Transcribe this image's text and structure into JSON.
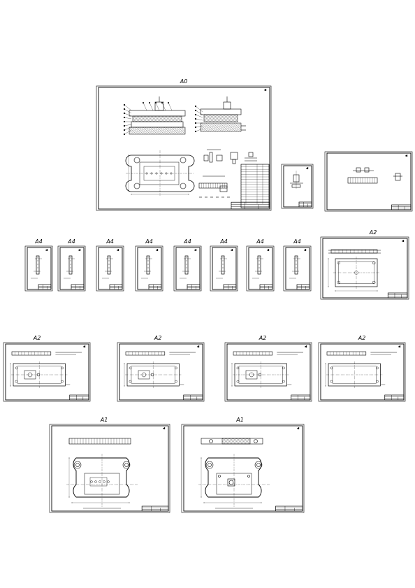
{
  "canvas": {
    "background": "#ffffff",
    "ink": "#000000"
  },
  "sheets": [
    {
      "id": "a0-assembly",
      "label": "A0",
      "kind": "assembly"
    },
    {
      "id": "a4-small",
      "label": "",
      "kind": "part-small"
    },
    {
      "id": "a3-parts",
      "label": "",
      "kind": "part-row"
    },
    {
      "id": "a4-1",
      "label": "A4",
      "kind": "a4"
    },
    {
      "id": "a4-2",
      "label": "A4",
      "kind": "a4"
    },
    {
      "id": "a4-3",
      "label": "A4",
      "kind": "a4"
    },
    {
      "id": "a4-4",
      "label": "A4",
      "kind": "a4"
    },
    {
      "id": "a4-5",
      "label": "A4",
      "kind": "a4"
    },
    {
      "id": "a4-6",
      "label": "A4",
      "kind": "a4"
    },
    {
      "id": "a4-7",
      "label": "A4",
      "kind": "a4"
    },
    {
      "id": "a4-8",
      "label": "A4",
      "kind": "a4"
    },
    {
      "id": "a2-plate-1",
      "label": "A2",
      "kind": "plate"
    },
    {
      "id": "a2-plate-2",
      "label": "A2",
      "kind": "plate"
    },
    {
      "id": "a2-plate-3",
      "label": "A2",
      "kind": "plate"
    },
    {
      "id": "a2-plate-4",
      "label": "A2",
      "kind": "plate"
    },
    {
      "id": "a2-plate-5",
      "label": "A2",
      "kind": "plate"
    },
    {
      "id": "a1-base-1",
      "label": "A1",
      "kind": "base"
    },
    {
      "id": "a1-base-2",
      "label": "A1",
      "kind": "base"
    }
  ]
}
